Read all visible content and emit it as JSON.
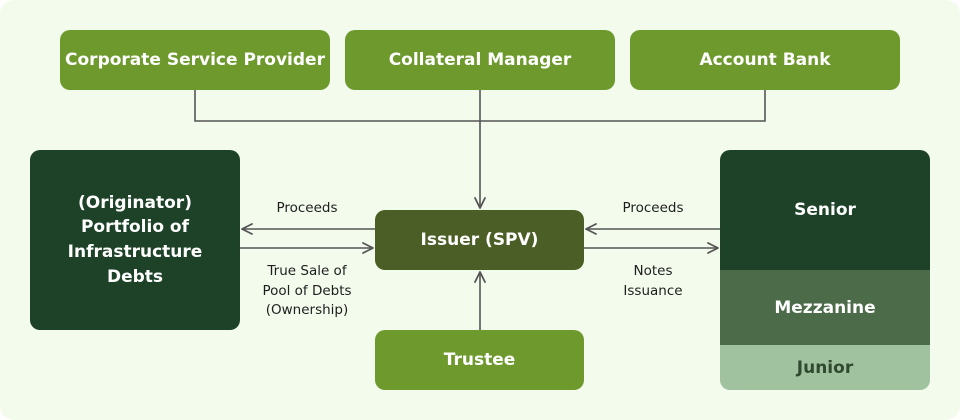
{
  "top_boxes": {
    "corporate_service_provider": "Corporate Service Provider",
    "collateral_manager": "Collateral Manager",
    "account_bank": "Account Bank"
  },
  "originator": {
    "line1": "(Originator)",
    "line2": "Portfolio of",
    "line3": "Infrastructure",
    "line4": "Debts"
  },
  "issuer": "Issuer (SPV)",
  "trustee": "Trustee",
  "tranches": {
    "senior": "Senior",
    "mezzanine": "Mezzanine",
    "junior": "Junior"
  },
  "left_flows": {
    "proceeds": "Proceeds",
    "true_sale_line1": "True Sale of",
    "true_sale_line2": "Pool of Debts",
    "true_sale_line3": "(Ownership)"
  },
  "right_flows": {
    "proceeds": "Proceeds",
    "notes_line1": "Notes",
    "notes_line2": "Issuance"
  },
  "colors": {
    "background": "#f3fbec",
    "light_green": "#6e9a2d",
    "dark_green": "#1d4228",
    "olive": "#4b5e26",
    "mezzanine": "#4c6b49",
    "junior": "#a1c29f",
    "line": "#555555"
  }
}
